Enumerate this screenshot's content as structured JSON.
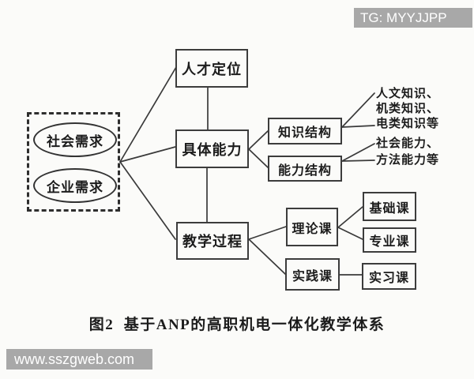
{
  "watermarks": {
    "top_right": {
      "text": "TG: MYYJJPP",
      "bg": "#a8a8a8",
      "fg": "#ffffff"
    },
    "bottom_left": {
      "text": "www.sszgweb.com",
      "bg": "#a8a8a8",
      "fg": "#ffffff"
    }
  },
  "caption": "图2  基于ANP的高职机电一体化教学体系",
  "diagram": {
    "demand_group": {
      "items": [
        {
          "label": "社会需求"
        },
        {
          "label": "企业需求"
        }
      ]
    },
    "nodes": {
      "talent": "人才定位",
      "ability": "具体能力",
      "process": "教学过程",
      "knowledge_structure": "知识结构",
      "ability_structure": "能力结构",
      "theory_course": "理论课",
      "practice_course": "实践课",
      "basic_course": "基础课",
      "major_course": "专业课",
      "internship_course": "实习课"
    },
    "knowledge_details": [
      "人文知识、",
      "机类知识、",
      "电类知识等"
    ],
    "ability_details": [
      "社会能力、",
      "方法能力等"
    ],
    "line_color": "#3a3a3a",
    "background_color": "#fbfbf9"
  }
}
